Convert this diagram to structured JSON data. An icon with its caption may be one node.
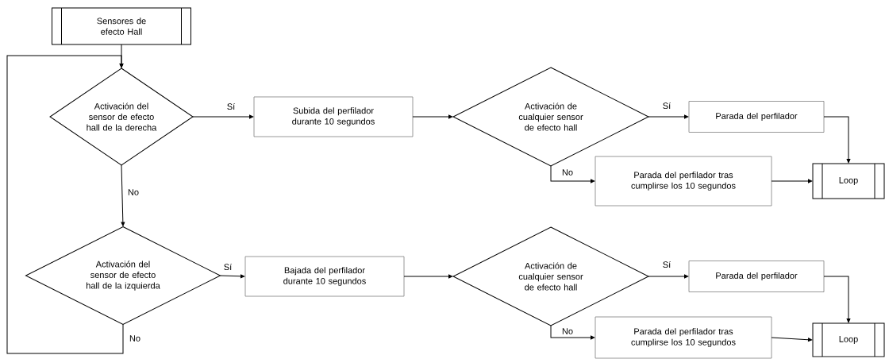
{
  "diagram": {
    "nodes": [
      {
        "text": [
          "Sensores de efecto Hall"
        ]
      },
      {
        "text": [
          "Activación del sensor de efecto hall de la derecha"
        ]
      },
      {
        "text": [
          "Subida del perfilador durante 10 segundos"
        ]
      },
      {
        "text": [
          "Activación de cualquier sensor de efecto hall"
        ]
      },
      {
        "text": [
          "Parada del perfilador"
        ]
      },
      {
        "text": [
          "Parada del perfilador tras cumplirse los 10 segundos"
        ]
      },
      {
        "text": [
          "Loop"
        ]
      },
      {
        "text": [
          "Activación del sensor de efecto hall de la izquierda"
        ]
      },
      {
        "text": [
          "Bajada del perfilador durante 10 segundos"
        ]
      },
      {
        "text": [
          "Activación de cualquier sensor de efecto hall"
        ]
      },
      {
        "text": [
          "Parada del perfilador"
        ]
      },
      {
        "text": [
          "Parada del perfilador tras cumplirse los 10 segundos"
        ]
      },
      {
        "text": [
          "Loop"
        ]
      }
    ],
    "edges": [
      {
        "from": 0,
        "to": 1,
        "arrow": "to"
      },
      {
        "from": 1,
        "to": 2,
        "arrow": "to",
        "label": "Sí"
      },
      {
        "from": 1,
        "to": 7,
        "arrow": "to",
        "label": "No"
      },
      {
        "from": 2,
        "to": 3,
        "arrow": "to"
      },
      {
        "from": 3,
        "to": 4,
        "arrow": "to",
        "label": "Sí"
      },
      {
        "from": 3,
        "to": 5,
        "arrow": "to",
        "label": "No"
      },
      {
        "from": 4,
        "to": 6,
        "arrow": "to"
      },
      {
        "from": 5,
        "to": 6,
        "arrow": "to"
      },
      {
        "from": 7,
        "to": 8,
        "arrow": "to",
        "label": "Sí"
      },
      {
        "from": 8,
        "to": 9,
        "arrow": "to"
      },
      {
        "from": 9,
        "to": 10,
        "arrow": "to",
        "label": "Sí"
      },
      {
        "from": 9,
        "to": 11,
        "arrow": "to",
        "label": "No"
      },
      {
        "from": 10,
        "to": 12,
        "arrow": "to"
      },
      {
        "from": 11,
        "to": 12,
        "arrow": "to"
      },
      {
        "from": 7,
        "to": 1,
        "arrow": "to",
        "label": "No"
      }
    ]
  }
}
